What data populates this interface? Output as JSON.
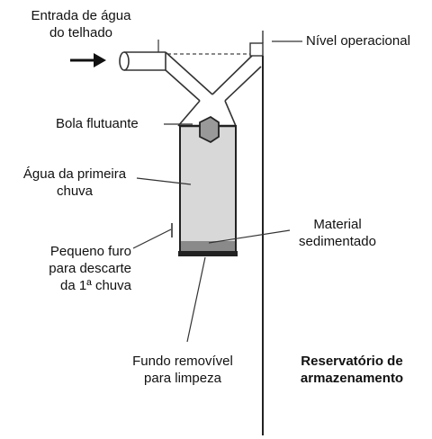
{
  "diagram": {
    "labels": {
      "inlet": [
        "Entrada de água",
        "do telhado"
      ],
      "operational_level": "Nível operacional",
      "float_ball": "Bola flutuante",
      "first_rain_water": [
        "Água da primeira",
        "chuva"
      ],
      "sediment": [
        "Material",
        "sedimentado"
      ],
      "small_hole": [
        "Pequeno furo",
        "para descarte",
        "da 1ª chuva"
      ],
      "removable_bottom": [
        "Fundo removível",
        "para limpeza"
      ],
      "reservoir": [
        "Reservatório de",
        "armazenamento"
      ]
    },
    "colors": {
      "line": "#333333",
      "chamber_water": "#d8d8d8",
      "float_ball": "#999999",
      "sediment": "#8a8a8a",
      "bottom_plate": "#222222"
    }
  }
}
